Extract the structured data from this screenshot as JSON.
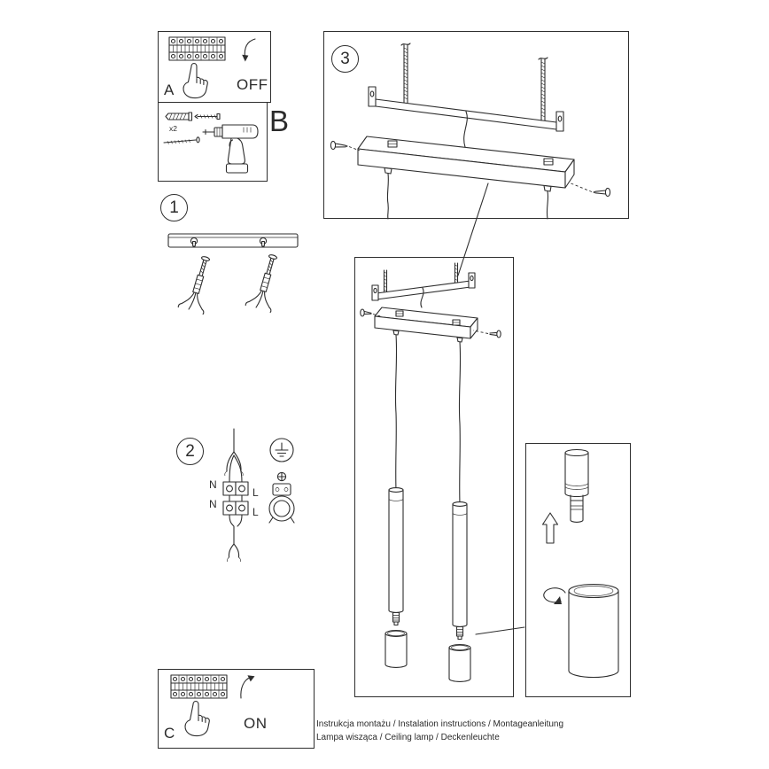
{
  "sheet": {
    "background": "#ffffff",
    "line_color": "#2e2e2e",
    "footer": {
      "line1": "Instrukcja montażu / Instalation instructions / Montageanleitung",
      "line2": "Lampa wisząca / Ceiling lamp / Deckenleuchte"
    }
  },
  "panels": {
    "a": {
      "label": "A",
      "switch_label": "OFF"
    },
    "b": {
      "label": "B",
      "qty_label": "x2"
    },
    "c": {
      "label": "C",
      "switch_label": "ON"
    }
  },
  "steps": {
    "step1": {
      "number": "1"
    },
    "step2": {
      "number": "2",
      "terminal_labels": {
        "n_top": "N",
        "l_top": "L",
        "n_bottom": "N",
        "l_bottom": "L"
      }
    },
    "step3": {
      "number": "3"
    }
  },
  "icons": [
    "terminal-strip-drawing",
    "pointing-hand-icon",
    "switch-off-arrow-icon",
    "switch-on-arrow-icon",
    "wall-plug-icon",
    "anchor-screw-icon",
    "long-screw-icon",
    "drill-icon",
    "mounting-rail-drawing",
    "wall-anchor-drawing",
    "threaded-rod-drawing",
    "mounting-strap-drawing",
    "canopy-3d-drawing",
    "canopy-screw-icon",
    "power-cable-drawing",
    "earth-symbol-icon",
    "terminal-connector-drawing",
    "cable-clamp-drawing",
    "lamp-tube-drawing",
    "lamp-shade-drawing",
    "insert-arrow-icon",
    "rotate-arrow-icon"
  ]
}
